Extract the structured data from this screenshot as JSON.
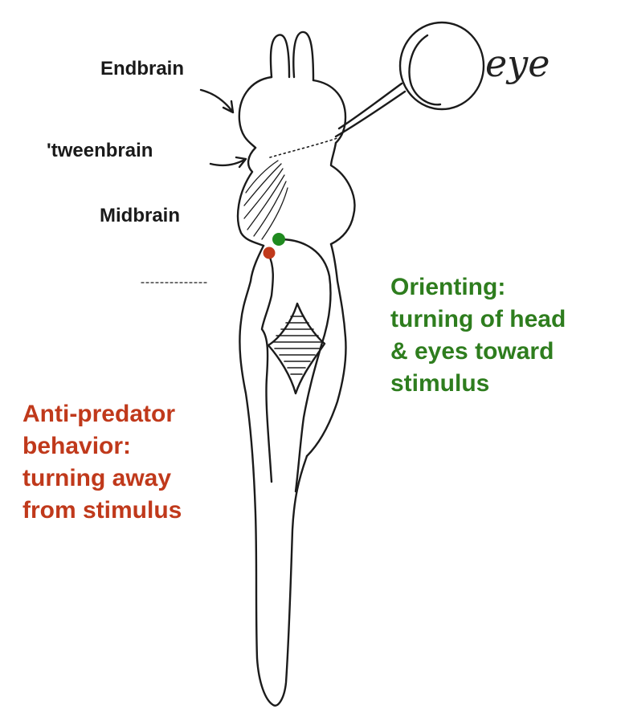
{
  "labels": {
    "endbrain": "Endbrain",
    "tweenbrain": "'tweenbrain",
    "midbrain": "Midbrain",
    "eye": "eye"
  },
  "orienting": {
    "lines": [
      "Orienting:",
      "turning of head",
      "& eyes toward",
      "stimulus"
    ],
    "color": "#2e7d1e"
  },
  "anti_predator": {
    "lines": [
      "Anti-predator",
      "behavior:",
      "turning away",
      "from stimulus"
    ],
    "color": "#c0391b"
  },
  "markers": {
    "green_dot_color": "#1f8a1f",
    "red_dot_color": "#c0391b"
  }
}
